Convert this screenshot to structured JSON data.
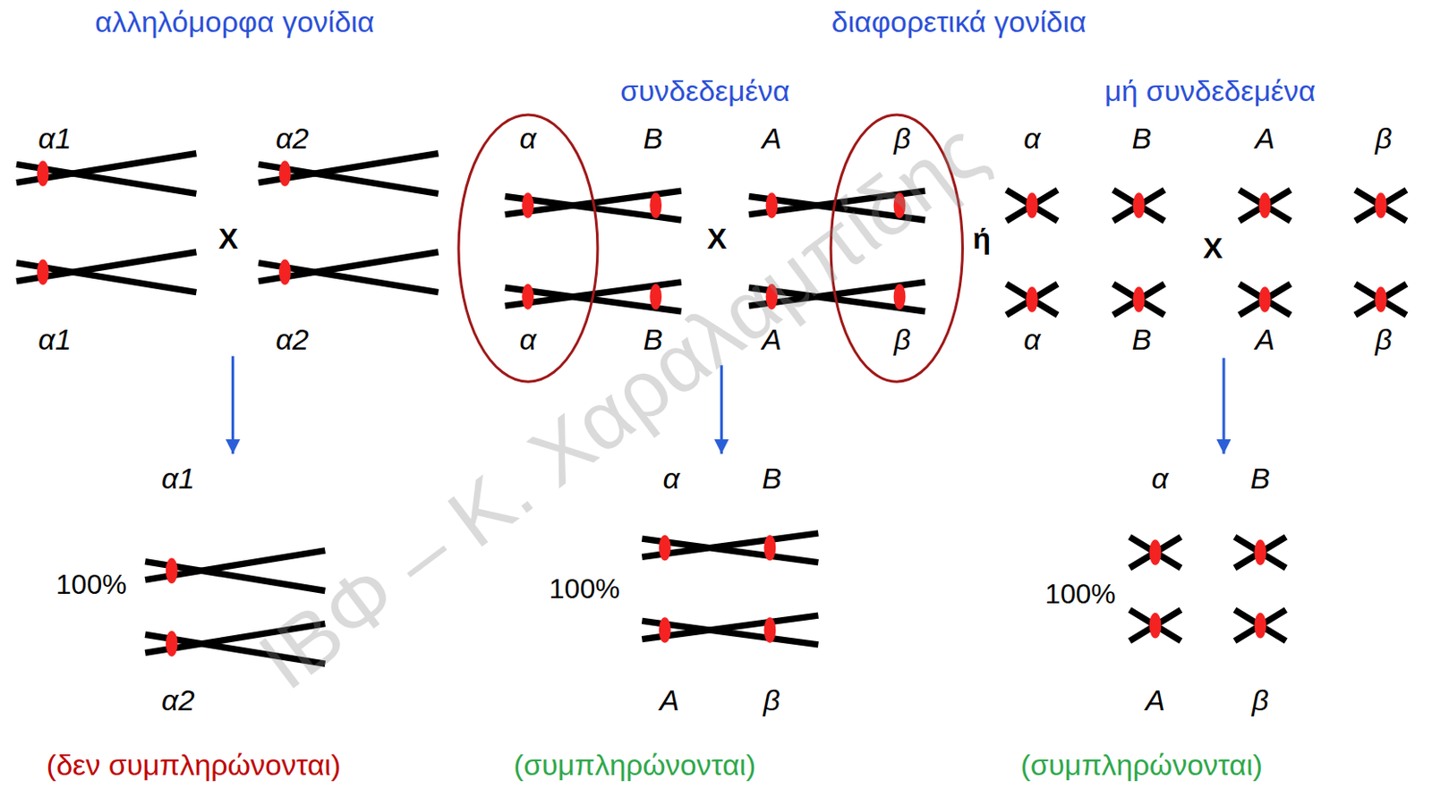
{
  "diagram": {
    "nodes": [
      {
        "text": [
          "α",
          "α"
        ]
      },
      {
        "text": [
          "β",
          "β"
        ]
      }
    ],
    "labels": [
      "αλληλόμορφα γονίδια",
      "διαφορετικά γονίδια",
      "συνδεδεμένα",
      "μή συνδεδεμένα",
      "α1",
      "α2",
      "B",
      "A",
      "α",
      "B",
      "A",
      "β",
      "X",
      "X",
      "ή",
      "X",
      "α1",
      "α2",
      "B",
      "A",
      "α",
      "B",
      "A",
      "β",
      "α1",
      "100%",
      "α2",
      "α",
      "B",
      "100%",
      "A",
      "β",
      "α",
      "B",
      "100%",
      "A",
      "β",
      "(δεν συμπληρώνονται)",
      "(συμπληρώνονται)",
      "(συμπληρώνονται)",
      "ΙΒΦ – Κ. Χαραλαμπίδης"
    ]
  }
}
